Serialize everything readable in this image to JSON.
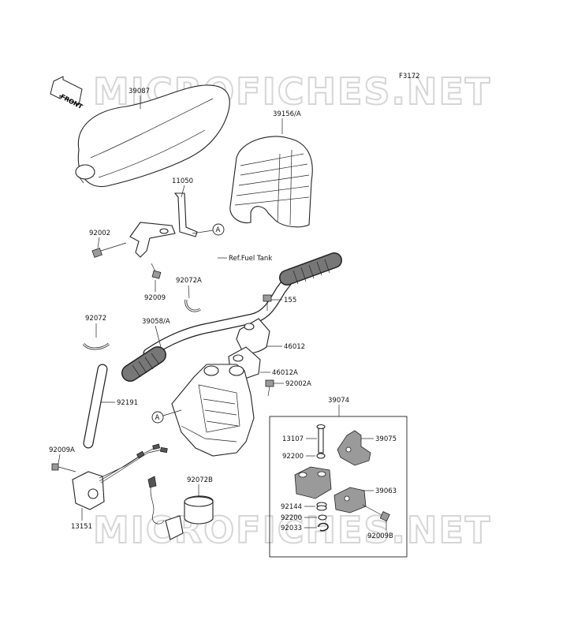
{
  "figure_code": "F3172",
  "watermark_text": "MICROFICHES.NET",
  "front_label": "FRONT",
  "ref_label": "Ref.Fuel Tank",
  "circle_marker": "A",
  "part_labels": {
    "p39087": "39087",
    "p39156A": "39156/A",
    "p11050": "11050",
    "p92002": "92002",
    "p92009": "92009",
    "p92072A": "92072A",
    "p155": "155",
    "p92072": "92072",
    "p39058A": "39058/A",
    "p46012": "46012",
    "p46012A": "46012A",
    "p92002A": "92002A",
    "p92191": "92191",
    "p39074": "39074",
    "p13107": "13107",
    "p39075": "39075",
    "p92200a": "92200",
    "p92009A": "92009A",
    "p92072B": "92072B",
    "p39063": "39063",
    "p92144": "92144",
    "p92200b": "92200",
    "p92033": "92033",
    "p13151": "13151",
    "p92009B": "92009B"
  }
}
